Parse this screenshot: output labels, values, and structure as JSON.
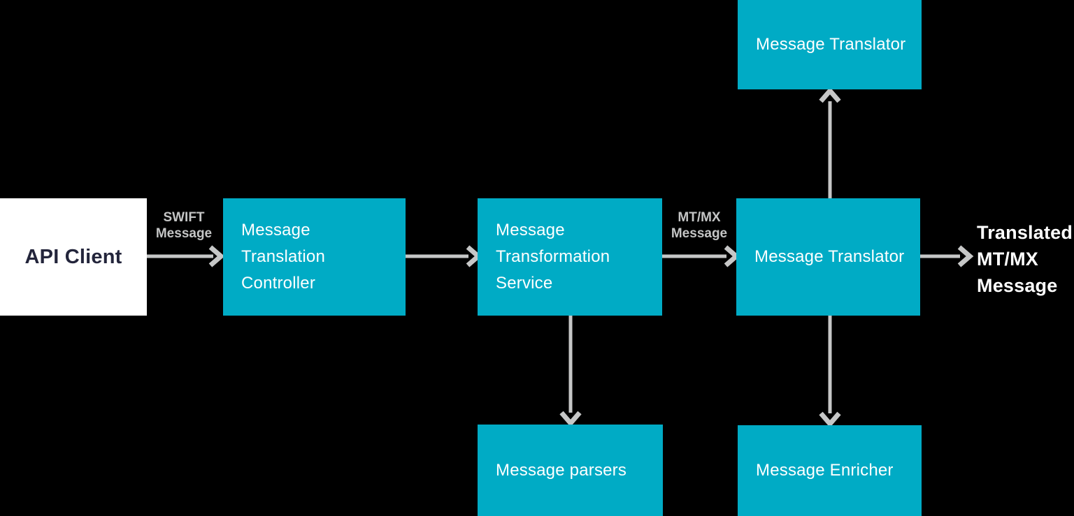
{
  "colors": {
    "background": "#000000",
    "node_fill": "#00ABC5",
    "node_text": "#FFFFFF",
    "client_fill": "#FFFFFF",
    "client_text": "#23253B",
    "arrow": "#C6C7C7",
    "edge_label": "#C4C5C5",
    "output_text": "#FFFFFF"
  },
  "nodes": {
    "api_client": {
      "label": "API Client"
    },
    "translation_controller": {
      "label": "Message Translation Controller"
    },
    "transformation_service": {
      "label": "Message Transformation Service"
    },
    "translator_top": {
      "label": "Message Translator"
    },
    "translator": {
      "label": "Message Translator"
    },
    "parsers": {
      "label": "Message parsers"
    },
    "enricher": {
      "label": "Message Enricher"
    }
  },
  "edges": [
    {
      "from": "API Client",
      "to": "Message Translation Controller",
      "label": "SWIFT Message",
      "direction": "right"
    },
    {
      "from": "Message Translation Controller",
      "to": "Message Transformation Service",
      "label": "",
      "direction": "right"
    },
    {
      "from": "Message Transformation Service",
      "to": "Message Translator",
      "label": "MT/MX Message",
      "direction": "right"
    },
    {
      "from": "Message Translator",
      "to": "Translated MT/MX Message",
      "label": "",
      "direction": "right"
    },
    {
      "from": "Message Translator",
      "to": "Message Translator (top)",
      "label": "",
      "direction": "up"
    },
    {
      "from": "Message Translator",
      "to": "Message Enricher",
      "label": "",
      "direction": "down"
    },
    {
      "from": "Message Transformation Service",
      "to": "Message parsers",
      "label": "",
      "direction": "down"
    }
  ],
  "output": {
    "label": "Translated MT/MX Message"
  }
}
